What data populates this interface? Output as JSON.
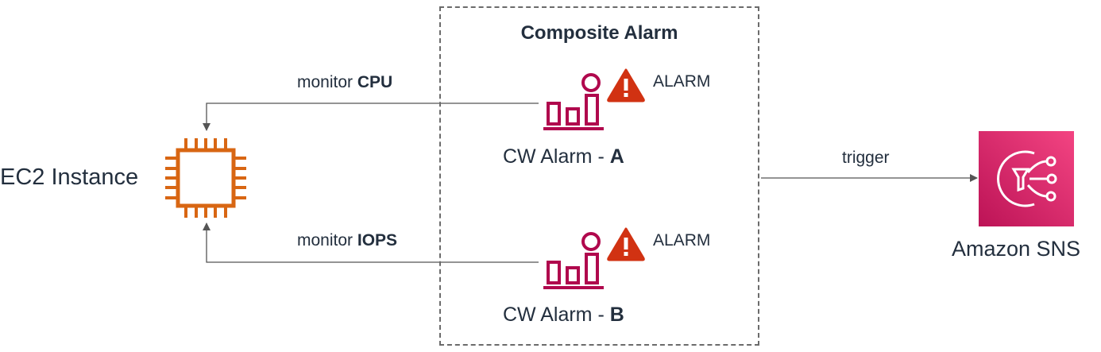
{
  "composite": {
    "title": "Composite Alarm"
  },
  "ec2": {
    "label": "EC2 Instance",
    "icon": "chip-icon",
    "color": "#d86613"
  },
  "alarms": [
    {
      "monitor_prefix": "monitor",
      "monitor_metric": "CPU",
      "state": "ALARM",
      "name_prefix": "CW Alarm - ",
      "name_letter": "A"
    },
    {
      "monitor_prefix": "monitor",
      "monitor_metric": "IOPS",
      "state": "ALARM",
      "name_prefix": "CW Alarm - ",
      "name_letter": "B"
    }
  ],
  "trigger": {
    "label": "trigger"
  },
  "sns": {
    "label": "Amazon SNS",
    "icon": "sns-icon",
    "color": "#e7157b"
  },
  "colors": {
    "alarm_icon": "#b0084d",
    "warning": "#d13212",
    "line": "#555555"
  }
}
